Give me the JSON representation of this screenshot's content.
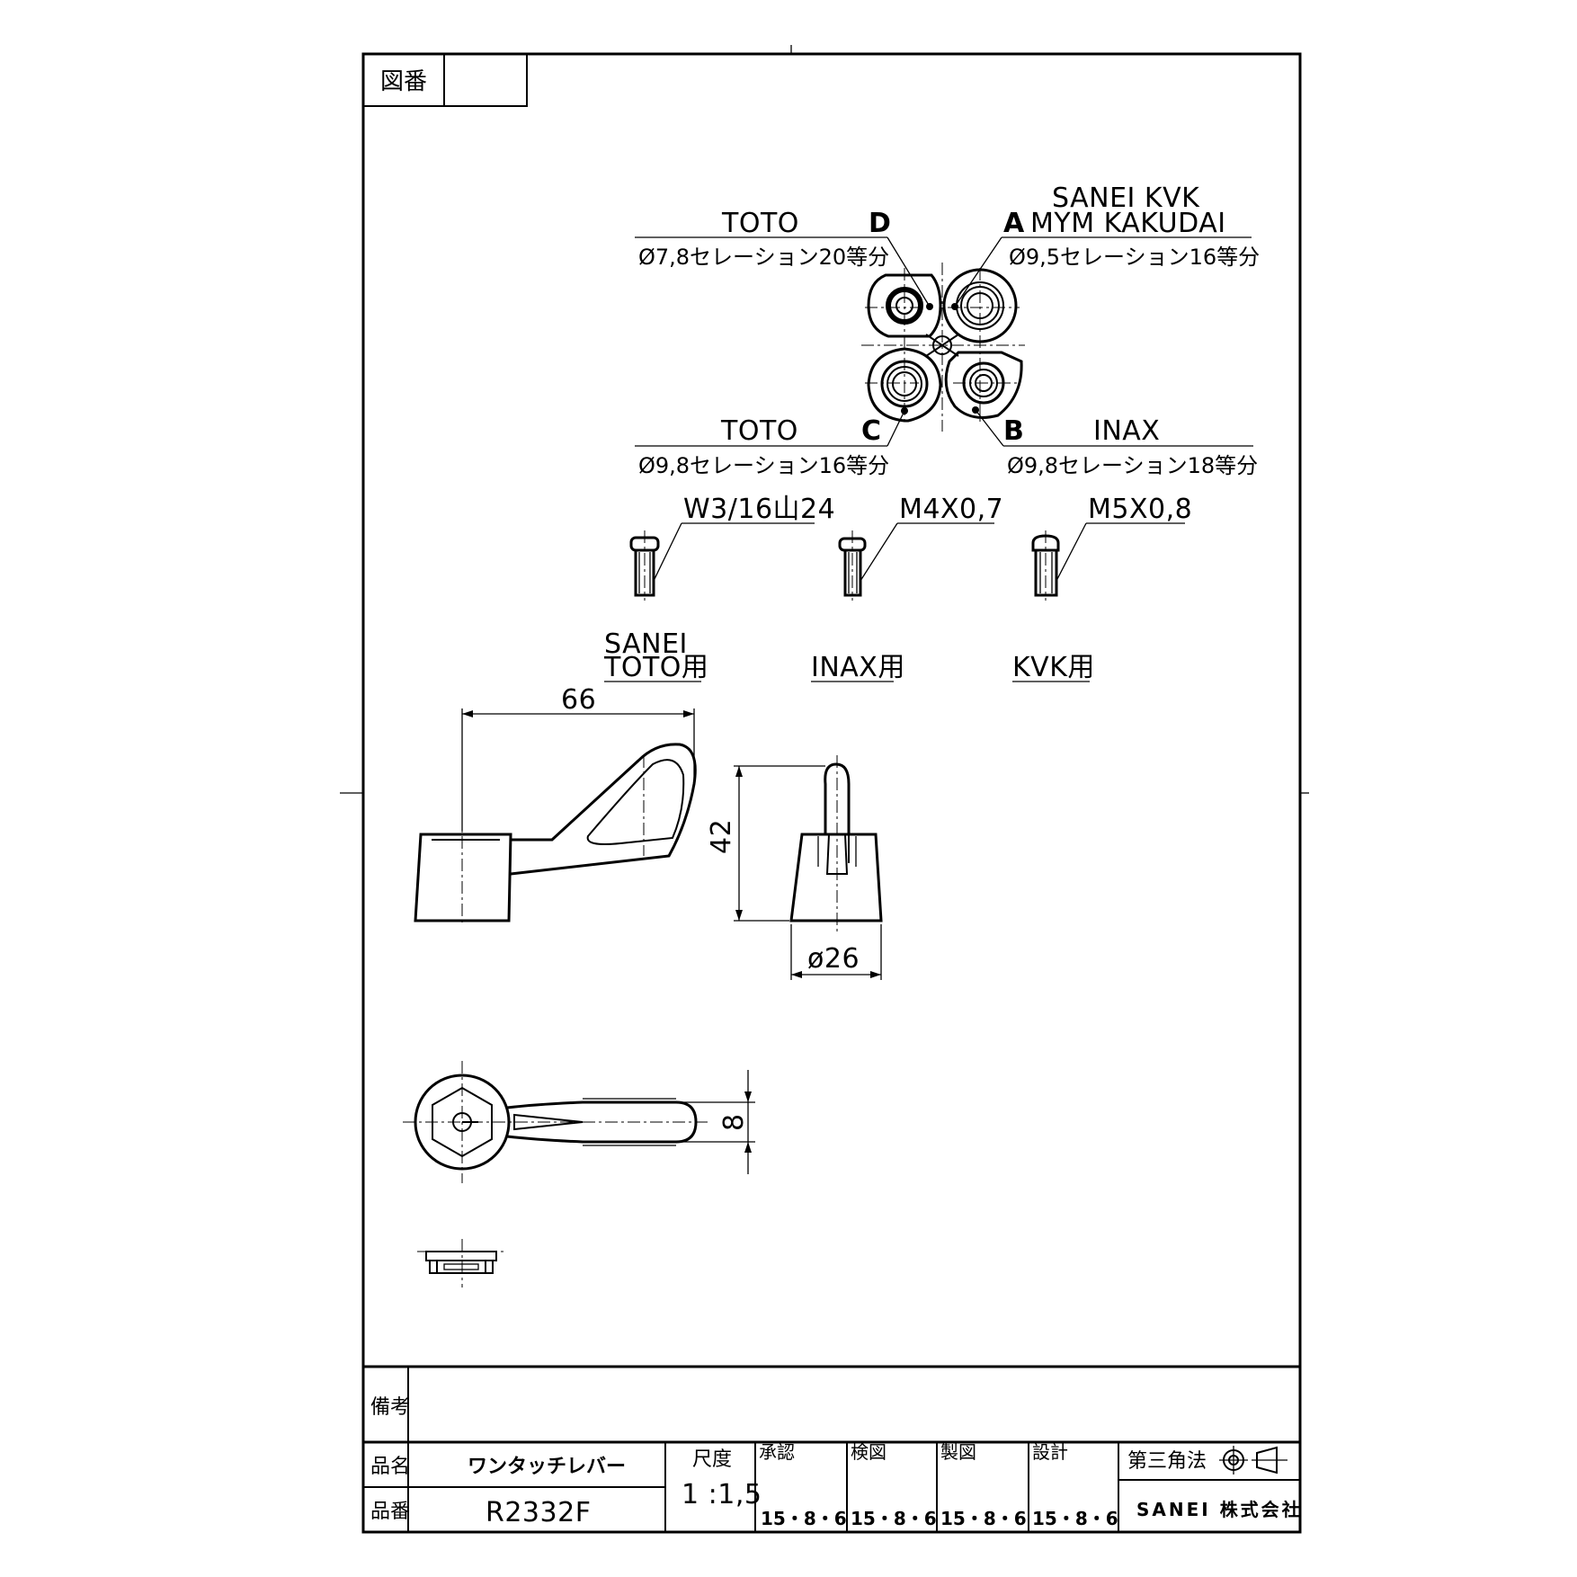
{
  "title_block": {
    "drawing_no_label": "図番",
    "drawing_no_value": "",
    "remarks_label": "備考",
    "remarks_value": "",
    "name_label": "品名",
    "name_value": "ワンタッチレバー",
    "part_no_label": "品番",
    "part_no_value": "R2332F",
    "scale_label": "尺度",
    "scale_value": "1 :1,5",
    "approval_label": "承認",
    "check_label": "検図",
    "drafting_label": "製図",
    "design_label": "設計",
    "approval_date": "15・8・6",
    "check_date": "15・8・6",
    "drafting_date": "15・8・6",
    "design_date": "15・8・6",
    "projection_label": "第三角法",
    "company": "SANEI 株式会社"
  },
  "adapters": {
    "D": {
      "letter": "D",
      "maker": "TOTO",
      "spec": "Ø7,8セレーション20等分"
    },
    "A": {
      "letter": "A",
      "maker_line1": "SANEI KVK",
      "maker_line2": "MYM KAKUDAI",
      "spec": "Ø9,5セレーション16等分"
    },
    "C": {
      "letter": "C",
      "maker": "TOTO",
      "spec": "Ø9,8セレーション16等分"
    },
    "B": {
      "letter": "B",
      "maker": "INAX",
      "spec": "Ø9,8セレーション18等分"
    }
  },
  "screws": [
    {
      "thread": "W3/16山24",
      "usage_line1": "SANEI",
      "usage_line2": "TOTO用"
    },
    {
      "thread": "M4X0,7",
      "usage_line1": "",
      "usage_line2": "INAX用"
    },
    {
      "thread": "M5X0,8",
      "usage_line1": "",
      "usage_line2": "KVK用"
    }
  ],
  "dimensions": {
    "length": "66",
    "height": "42",
    "diameter": "ø26",
    "thickness": "8"
  }
}
